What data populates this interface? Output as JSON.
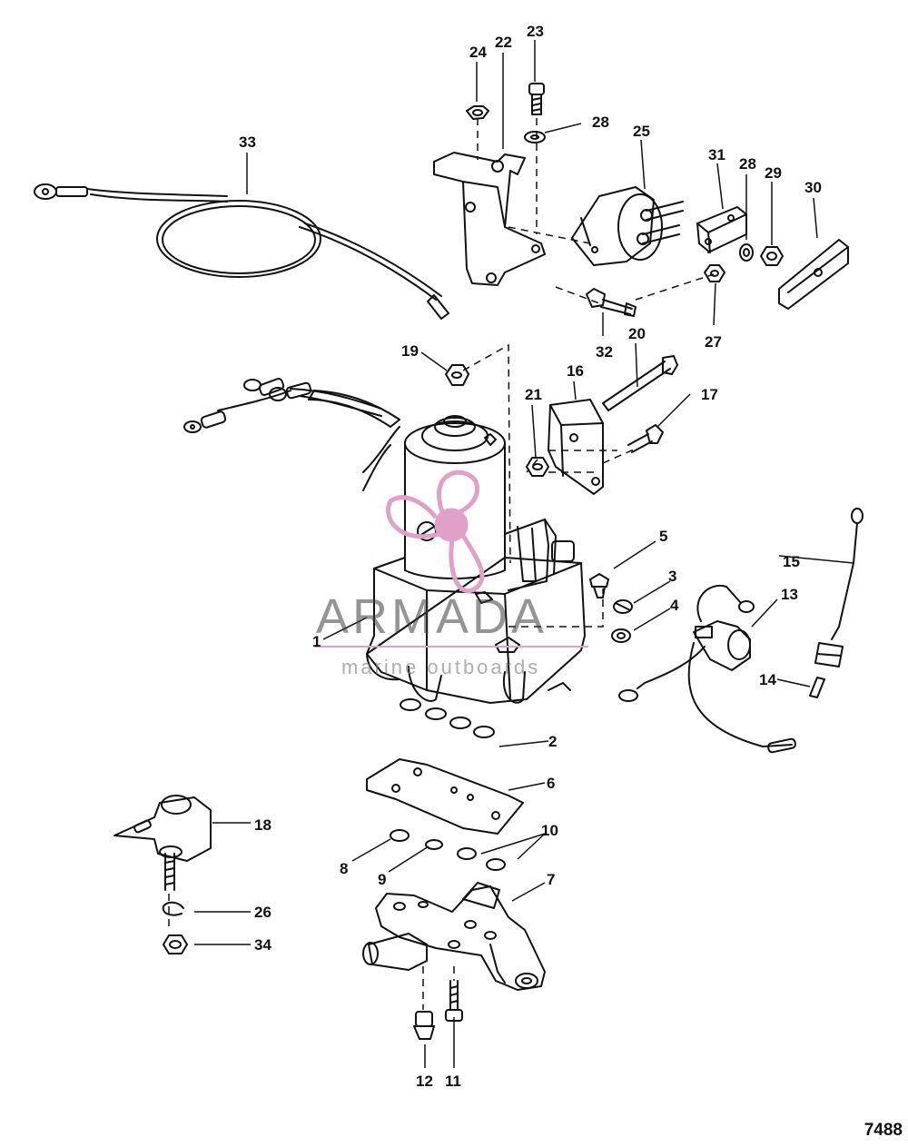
{
  "figure": {
    "number": "7488",
    "watermark": {
      "name": "ARMADA",
      "tagline": "marine outboards",
      "accent_color": "#e0a0c8"
    },
    "stroke_color": "#111111",
    "background_color": "#ffffff"
  },
  "callouts": [
    {
      "key": "c1",
      "text": "1"
    },
    {
      "key": "c2",
      "text": "2"
    },
    {
      "key": "c3",
      "text": "3"
    },
    {
      "key": "c4",
      "text": "4"
    },
    {
      "key": "c5",
      "text": "5"
    },
    {
      "key": "c6",
      "text": "6"
    },
    {
      "key": "c7",
      "text": "7"
    },
    {
      "key": "c8",
      "text": "8"
    },
    {
      "key": "c9",
      "text": "9"
    },
    {
      "key": "c10",
      "text": "10"
    },
    {
      "key": "c11",
      "text": "11"
    },
    {
      "key": "c12",
      "text": "12"
    },
    {
      "key": "c13",
      "text": "13"
    },
    {
      "key": "c14",
      "text": "14"
    },
    {
      "key": "c15",
      "text": "15"
    },
    {
      "key": "c16",
      "text": "16"
    },
    {
      "key": "c17",
      "text": "17"
    },
    {
      "key": "c18",
      "text": "18"
    },
    {
      "key": "c19",
      "text": "19"
    },
    {
      "key": "c20",
      "text": "20"
    },
    {
      "key": "c21",
      "text": "21"
    },
    {
      "key": "c22",
      "text": "22"
    },
    {
      "key": "c23",
      "text": "23"
    },
    {
      "key": "c24",
      "text": "24"
    },
    {
      "key": "c25",
      "text": "25"
    },
    {
      "key": "c26",
      "text": "26"
    },
    {
      "key": "c27",
      "text": "27"
    },
    {
      "key": "c28a",
      "text": "28"
    },
    {
      "key": "c28b",
      "text": "28"
    },
    {
      "key": "c29",
      "text": "29"
    },
    {
      "key": "c30",
      "text": "30"
    },
    {
      "key": "c31",
      "text": "31"
    },
    {
      "key": "c32",
      "text": "32"
    },
    {
      "key": "c33",
      "text": "33"
    },
    {
      "key": "c34",
      "text": "34"
    }
  ]
}
